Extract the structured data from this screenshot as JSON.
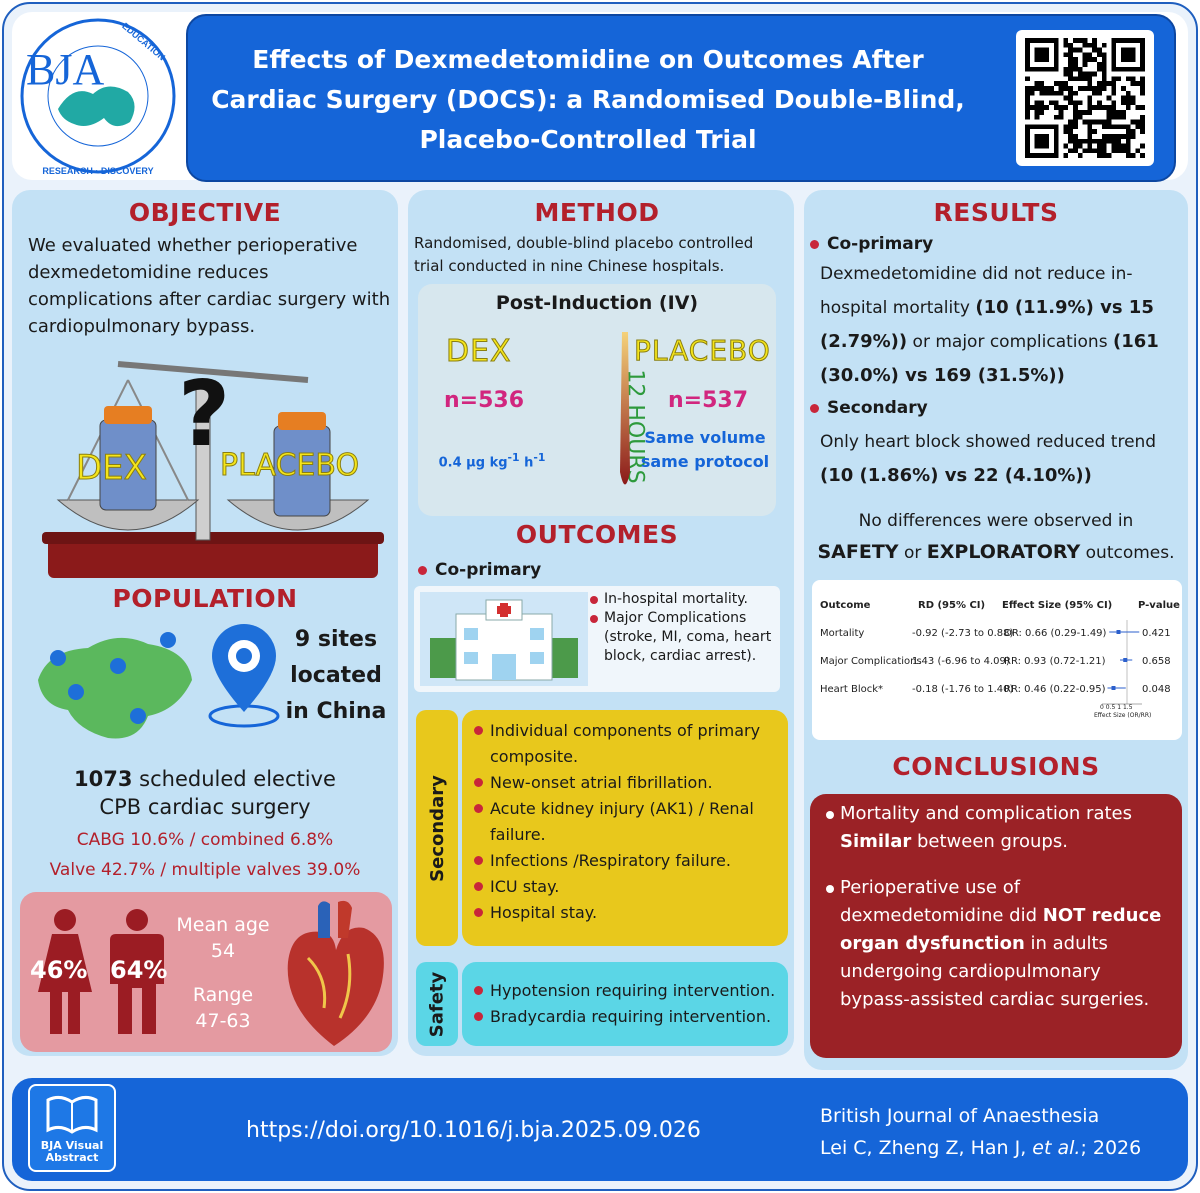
{
  "header": {
    "title_line1": "Effects of Dexmedetomidine on Outcomes After",
    "title_line2": "Cardiac Surgery (DOCS): a Randomised Double-Blind,",
    "title_line3": "Placebo-Controlled Trial",
    "logo_text": "BJA",
    "logo_ring_text": "EDUCATION · RESEARCH · DISCOVERY"
  },
  "objective": {
    "title": "OBJECTIVE",
    "text": "We evaluated whether perioperative dexmedetomidine reduces complications after cardiac surgery with cardiopulmonary bypass.",
    "balance_left": "DEX",
    "balance_right": "PLACEBO",
    "question": "?"
  },
  "population": {
    "title": "POPULATION",
    "sites_line1": "9 sites",
    "sites_line2": "located",
    "sites_line3": "in China",
    "sched_count": "1073",
    "sched_line1_rest": " scheduled elective",
    "sched_line2": "CPB cardiac surgery",
    "cabg_line": "CABG 10.6% / combined 6.8%",
    "valve_line": "Valve 42.7% / multiple valves 39.0%",
    "female_pct": "46%",
    "male_pct": "64%",
    "age_label": "Mean age",
    "age_value": "54",
    "range_label": "Range",
    "range_value": "47-63"
  },
  "method": {
    "title": "METHOD",
    "text": "Randomised, double-blind placebo controlled trial conducted in nine Chinese hospitals.",
    "post_title": "Post-Induction (IV)",
    "dex_label": "DEX",
    "dex_n": "n=536",
    "dex_dose": "0.4 µg kg",
    "dex_dose_sup1": "-1",
    "dex_dose_mid": " h",
    "dex_dose_sup2": "-1",
    "hours": "12 HOURS",
    "placebo_label": "PLACEBO",
    "placebo_n": "n=537",
    "placebo_note_line1": "Same volume",
    "placebo_note_line2": "same protocol"
  },
  "outcomes": {
    "title": "OUTCOMES",
    "coprimary_label": "Co-primary",
    "coprimary_items": [
      "In-hospital mortality.",
      "Major Complications (stroke, MI, coma, heart block, cardiac arrest)."
    ],
    "secondary_label": "Secondary",
    "secondary_items": [
      "Individual components of primary composite.",
      "New-onset atrial fibrillation.",
      "Acute kidney injury (AK1) / Renal failure.",
      "Infections /Respiratory failure.",
      "ICU stay.",
      "Hospital stay."
    ],
    "safety_label": "Safety",
    "safety_items": [
      "Hypotension requiring intervention.",
      "Bradycardia requiring intervention."
    ]
  },
  "results": {
    "title": "RESULTS",
    "coprimary_label": "Co-primary",
    "coprimary_text_a": "Dexmedetomidine did not reduce in-hospital mortality ",
    "coprimary_bold_a": "(10 (11.9%) vs 15 (2.79%))",
    "coprimary_text_b": " or major complications ",
    "coprimary_bold_b": "(161 (30.0%) vs 169 (31.5%))",
    "secondary_label": "Secondary",
    "secondary_text": "Only heart block showed reduced trend ",
    "secondary_bold": "(10 (1.86%) vs 22 (4.10%))",
    "nodiff_line1": "No differences were observed in",
    "nodiff_bold1": "SAFETY",
    "nodiff_or": " or ",
    "nodiff_bold2": "EXPLORATORY",
    "nodiff_end": " outcomes.",
    "table": {
      "headers": [
        "Outcome",
        "RD (95% CI)",
        "Effect Size (95% CI)",
        "P-value"
      ],
      "rows": [
        {
          "outcome": "Mortality",
          "rd": "-0.92 (-2.73 to 0.88)",
          "effect": "OR: 0.66 (0.29-1.49)",
          "p": "0.421",
          "est": 0.66,
          "lo": 0.29,
          "hi": 1.49
        },
        {
          "outcome": "Major Complications",
          "rd": "1.43 (-6.96 to 4.09)",
          "effect": "RR: 0.93 (0.72-1.21)",
          "p": "0.658",
          "est": 0.93,
          "lo": 0.72,
          "hi": 1.21
        },
        {
          "outcome": "Heart Block*",
          "rd": "-0.18 (-1.76 to 1.40)",
          "effect": "RR: 0.46 (0.22-0.95)",
          "p": "0.048",
          "est": 0.46,
          "lo": 0.22,
          "hi": 0.95
        }
      ],
      "axis_ticks": [
        "0",
        "0.5",
        "1",
        "1.5"
      ],
      "axis_label": "Effect Size (OR/RR)"
    }
  },
  "conclusions": {
    "title": "CONCLUSIONS",
    "item1_text": "Mortality and complication rates ",
    "item1_bold": "Similar",
    "item1_end": " between groups.",
    "item2_text_a": "Perioperative use of dexmedetomidine did ",
    "item2_bold_a": "NOT reduce organ dysfunction",
    "item2_text_b": " in adults undergoing cardiopulmonary bypass-assisted cardiac surgeries."
  },
  "footer": {
    "logo_line1": "BJA Visual",
    "logo_line2": "Abstract",
    "doi": "https://doi.org/10.1016/j.bja.2025.09.026",
    "journal": "British Journal of Anaesthesia",
    "authors": "Lei C, Zheng Z, Han J, ",
    "etal": "et al.",
    "year": "; 2026"
  },
  "colors": {
    "brand_blue": "#1565d8",
    "panel_blue": "#c3e1f5",
    "title_red": "#b3202b",
    "secondary_yellow": "#e8c81c",
    "safety_cyan": "#5bd6e6",
    "conclusion_red": "#9b2226"
  }
}
